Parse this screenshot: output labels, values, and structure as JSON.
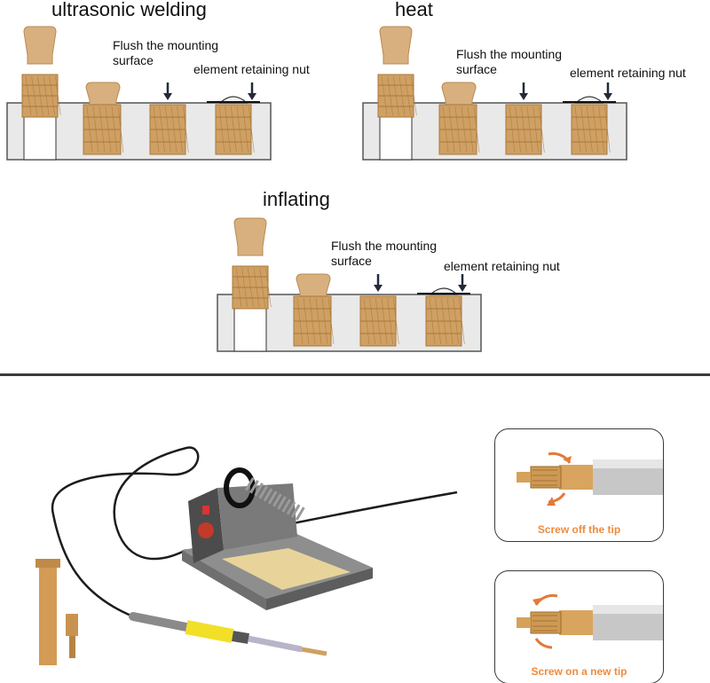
{
  "diagrams": [
    {
      "title": "ultrasonic welding",
      "flush_label": "Flush the mounting surface",
      "nut_label": "element retaining nut"
    },
    {
      "title": "heat",
      "flush_label": "Flush the mounting surface",
      "nut_label": "element retaining nut"
    },
    {
      "title": "inflating",
      "flush_label": "Flush the mounting surface",
      "nut_label": "element retaining nut"
    }
  ],
  "tip_steps": [
    {
      "caption": "Screw off the tip"
    },
    {
      "caption": "Screw on a new tip"
    }
  ],
  "colors": {
    "brass": "#cfa063",
    "brass_dark": "#a9773a",
    "plate": "#e9e9e9",
    "divider": "#3a3a3a",
    "caption": "#f08a3c",
    "arrow": "#222a3a"
  }
}
